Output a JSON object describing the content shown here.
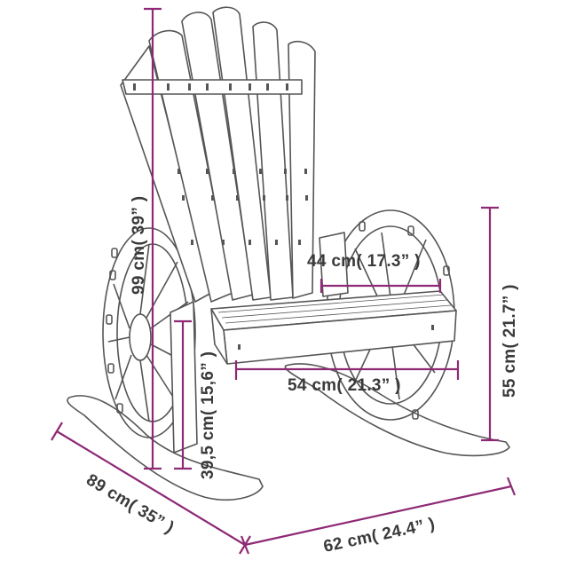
{
  "colors": {
    "outline": "#555555",
    "dimension": "#8e2a75",
    "label": "#3a3a3a",
    "background": "#ffffff"
  },
  "dimensions": {
    "total_height": "99 cm( 39” )",
    "seat_height": "39,5 cm( 15,6” )",
    "seat_depth_inner": "44 cm( 17.3” )",
    "seat_width": "54 cm( 21.3” )",
    "armrest_height": "55 cm( 21.7” )",
    "total_depth": "89 cm( 35” )",
    "total_width": "62 cm( 24.4” )"
  }
}
